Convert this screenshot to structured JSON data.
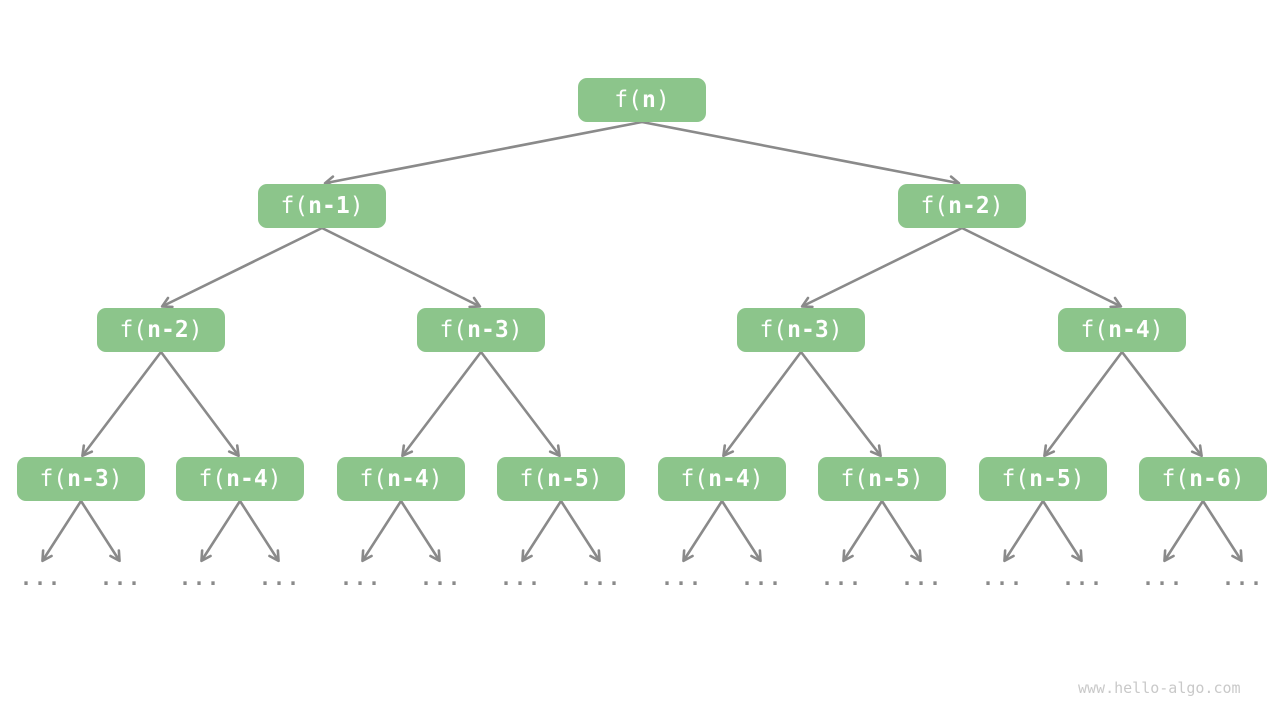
{
  "diagram": {
    "type": "recursion-tree",
    "levels": 4
  },
  "labels": {
    "prefix": "f(",
    "suffix": ")"
  },
  "nodes": [
    {
      "label": "f(n)",
      "arg": "n",
      "level": 1
    },
    {
      "label": "f(n-1)",
      "arg": "n-1",
      "level": 2
    },
    {
      "label": "f(n-2)",
      "arg": "n-2",
      "level": 2
    },
    {
      "label": "f(n-2)",
      "arg": "n-2",
      "level": 3
    },
    {
      "label": "f(n-3)",
      "arg": "n-3",
      "level": 3
    },
    {
      "label": "f(n-3)",
      "arg": "n-3",
      "level": 3
    },
    {
      "label": "f(n-4)",
      "arg": "n-4",
      "level": 3
    },
    {
      "label": "f(n-3)",
      "arg": "n-3",
      "level": 4
    },
    {
      "label": "f(n-4)",
      "arg": "n-4",
      "level": 4
    },
    {
      "label": "f(n-4)",
      "arg": "n-4",
      "level": 4
    },
    {
      "label": "f(n-5)",
      "arg": "n-5",
      "level": 4
    },
    {
      "label": "f(n-4)",
      "arg": "n-4",
      "level": 4
    },
    {
      "label": "f(n-5)",
      "arg": "n-5",
      "level": 4
    },
    {
      "label": "f(n-5)",
      "arg": "n-5",
      "level": 4
    },
    {
      "label": "f(n-6)",
      "arg": "n-6",
      "level": 4
    }
  ],
  "ellipsis": "...",
  "watermark": "www.hello-algo.com",
  "colors": {
    "node-fill": "#8CC58B",
    "node-text": "#FFFFFF",
    "edge": "#8A8A8A",
    "watermark": "#C9C9C9",
    "bg": "#FFFFFF"
  }
}
